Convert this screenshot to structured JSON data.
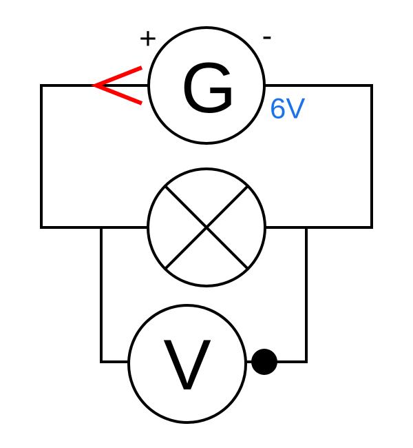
{
  "diagram": {
    "generator": {
      "symbol": "G",
      "positive_label": "+",
      "negative_label": "-",
      "voltage_label": "6V",
      "voltage_color": "#1a73e8"
    },
    "bulb": {
      "icon": "lamp-cross-icon"
    },
    "voltmeter": {
      "symbol": "V",
      "terminal_icon": "filled-dot-icon"
    },
    "pointer": {
      "icon": "arrow-chevron-icon",
      "color": "#ff0000"
    },
    "wire_color": "#000000"
  }
}
